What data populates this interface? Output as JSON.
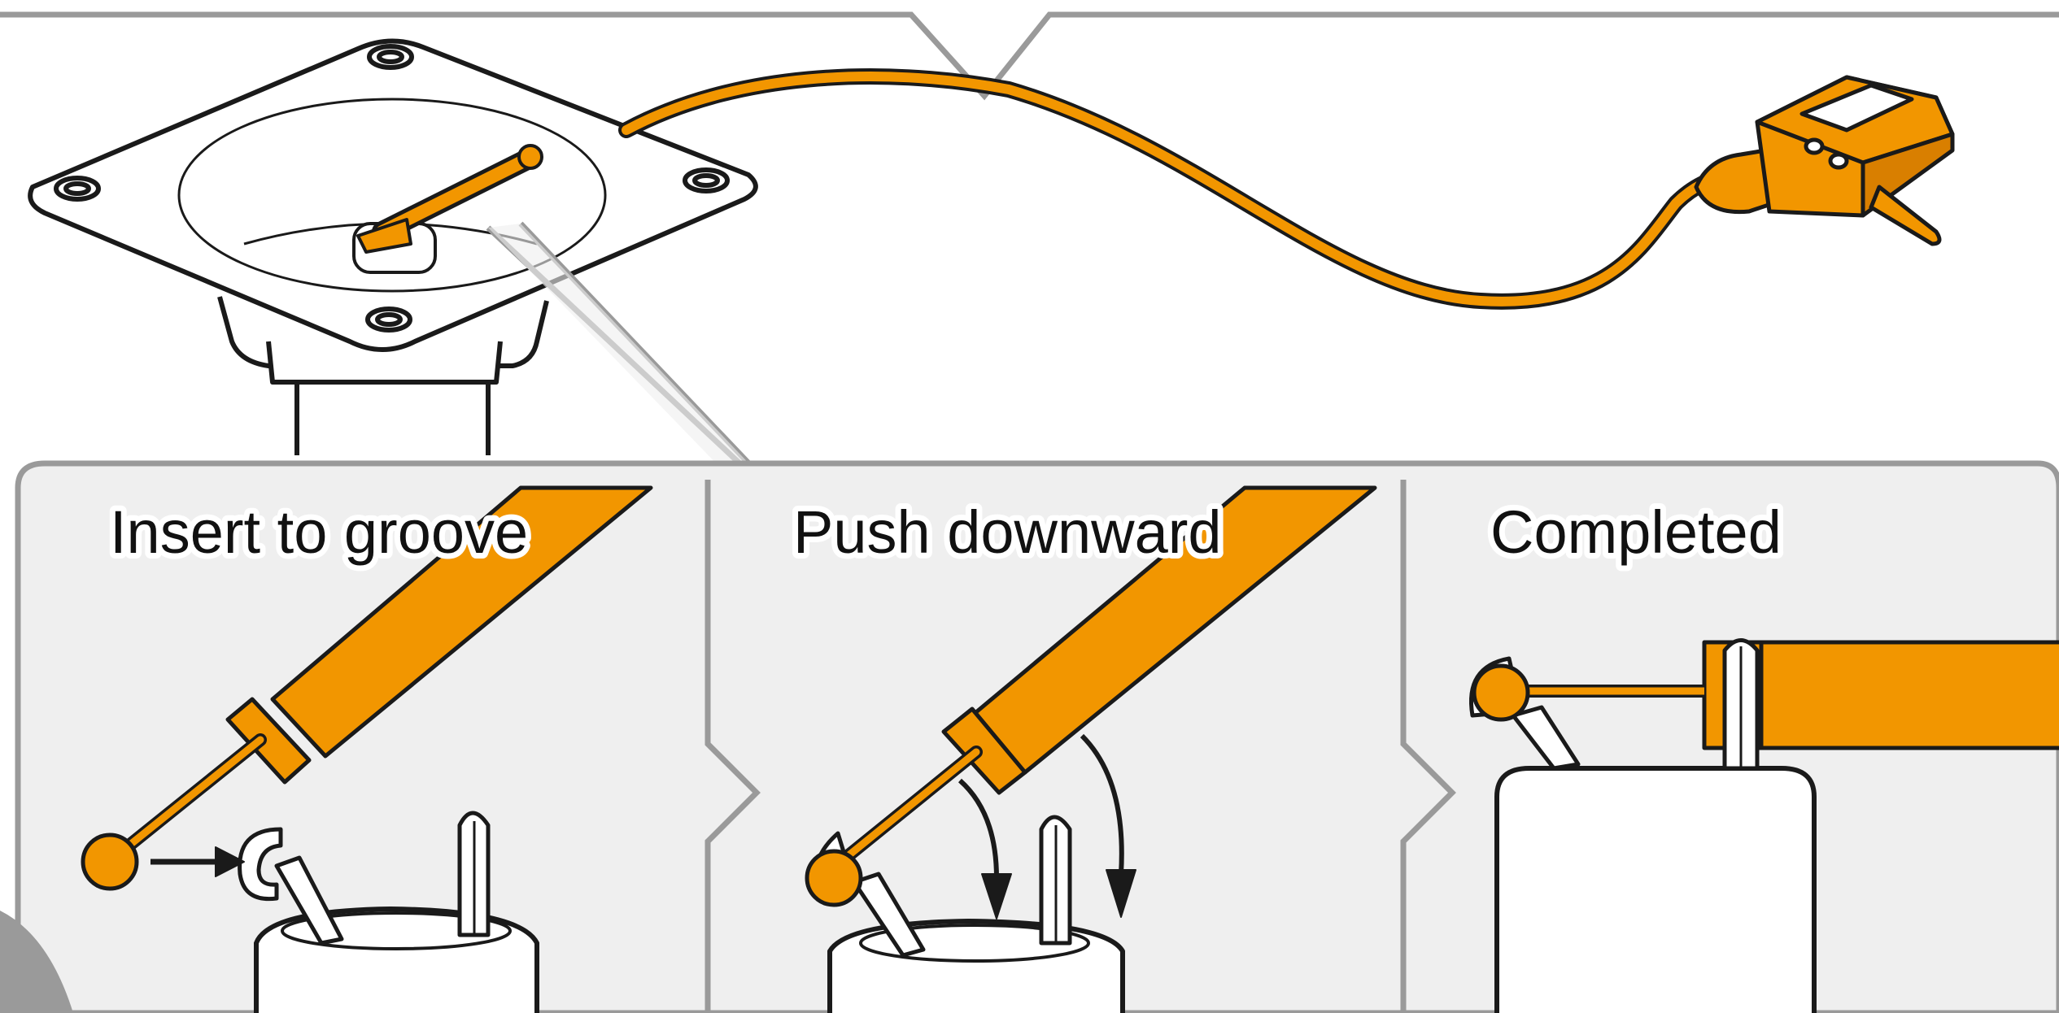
{
  "steps": [
    {
      "label": "Insert to groove"
    },
    {
      "label": "Push downward"
    },
    {
      "label": "Completed"
    }
  ],
  "colors": {
    "arm": "#F29600",
    "outline": "#1a1a1a",
    "panel_bg": "#EFEFEF",
    "frame": "#9A9A9A",
    "page_bg": "#FFFFFF"
  },
  "icons": [
    "tonearm-mount-plate",
    "cable",
    "headshell",
    "arm-rest",
    "arrow",
    "chevron-divider"
  ]
}
